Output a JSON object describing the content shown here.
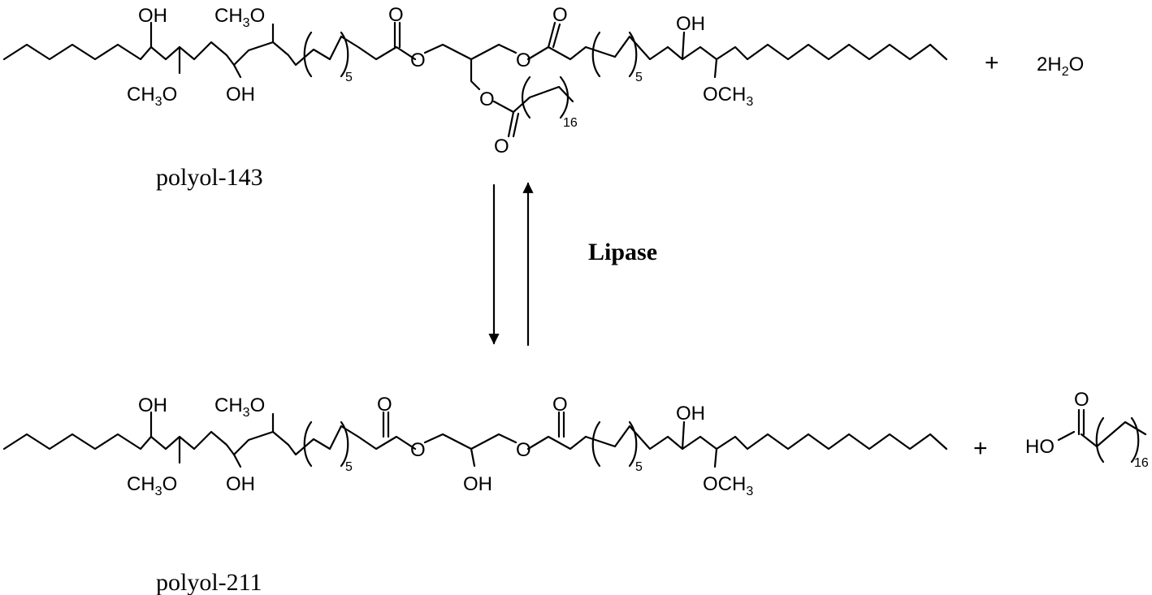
{
  "atoms": {
    "oh": "OH",
    "o": "O",
    "ch3o": "CH",
    "och3": "OCH",
    "ho": "HO",
    "three": "3",
    "two_h": "2H",
    "two": "2"
  },
  "repeat_counts": {
    "five": "5",
    "sixteen": "16"
  },
  "compounds": {
    "polyol_143": "polyol-143",
    "polyol_211": "polyol-211"
  },
  "catalyst": "Lipase",
  "plus": "+"
}
